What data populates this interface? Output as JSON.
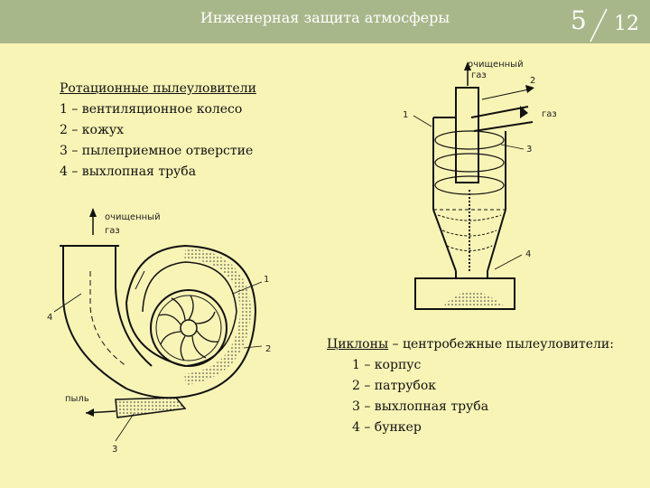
{
  "header": {
    "title": "Инженерная защита атмосферы",
    "page_current": "5",
    "page_total": "12"
  },
  "rotary": {
    "heading": "Ротационные пылеуловители",
    "items": [
      "1 – вентиляционное колесо",
      "2 – кожух",
      "3 – пылеприемное отверстие",
      "4 – выхлопная труба"
    ]
  },
  "cyclone": {
    "heading_term": "Циклоны",
    "heading_rest": " – центробежные пылеуловители:",
    "items": [
      "1 – корпус",
      "2 – патрубок",
      "3 – выхлопная труба",
      "4 – бункер"
    ]
  },
  "fan_diagram": {
    "clean_gas": [
      "очищенный",
      "газ"
    ],
    "dust": "пыль",
    "numbers": [
      "1",
      "2",
      "3",
      "4"
    ]
  },
  "cyclone_diagram": {
    "clean_gas": [
      "очищенный",
      "газ"
    ],
    "gas": "газ",
    "numbers": [
      "1",
      "2",
      "3",
      "4"
    ]
  }
}
